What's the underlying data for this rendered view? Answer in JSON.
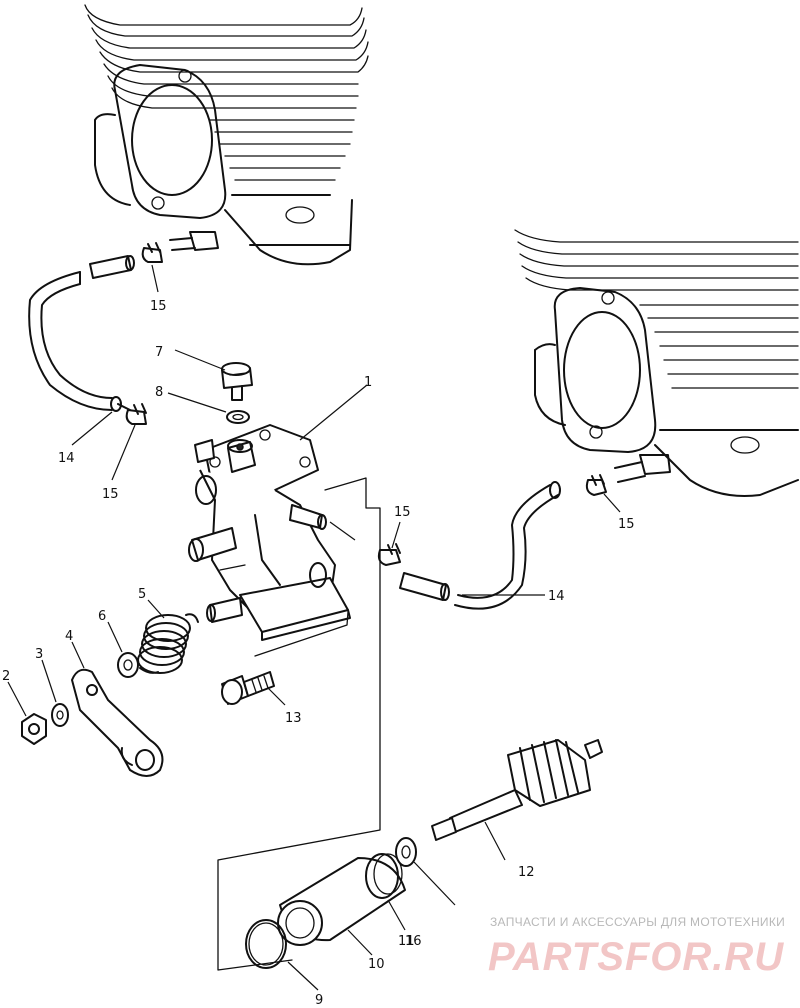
{
  "callouts": [
    {
      "id": "c1",
      "label": "1"
    },
    {
      "id": "c2",
      "label": "2"
    },
    {
      "id": "c3",
      "label": "3"
    },
    {
      "id": "c4",
      "label": "4"
    },
    {
      "id": "c5",
      "label": "5"
    },
    {
      "id": "c6",
      "label": "6"
    },
    {
      "id": "c7",
      "label": "7"
    },
    {
      "id": "c8",
      "label": "8"
    },
    {
      "id": "c9",
      "label": "9"
    },
    {
      "id": "c10",
      "label": "10"
    },
    {
      "id": "c11",
      "label": "11"
    },
    {
      "id": "c12",
      "label": "12"
    },
    {
      "id": "c13",
      "label": "13"
    },
    {
      "id": "c14a",
      "label": "14"
    },
    {
      "id": "c14b",
      "label": "14"
    },
    {
      "id": "c15a",
      "label": "15"
    },
    {
      "id": "c15b",
      "label": "15"
    },
    {
      "id": "c15c",
      "label": "15"
    },
    {
      "id": "c15d",
      "label": "15"
    },
    {
      "id": "c16",
      "label": "16"
    }
  ],
  "watermark": {
    "tagline": "ЗАПЧАСТИ И АКСЕССУАРЫ ДЛЯ МОТОТЕХНИКИ",
    "brand": "PARTSFOR.RU"
  },
  "colors": {
    "line": "#111111",
    "background": "#ffffff",
    "watermark_brand": "#f2c6c6",
    "watermark_tagline": "#b8b8b8"
  }
}
